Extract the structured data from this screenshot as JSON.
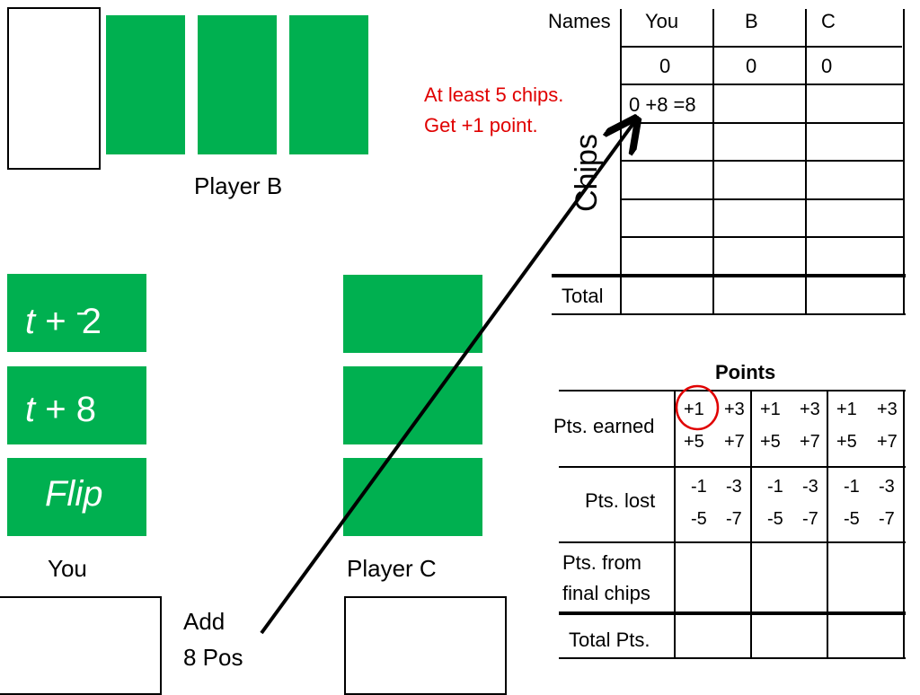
{
  "player_b": {
    "label": "Player B"
  },
  "you": {
    "label": "You",
    "cards": [
      {
        "var": "t",
        "op": "+",
        "sign": "-",
        "num": "2"
      },
      {
        "var": "t",
        "op": "+",
        "sign": "",
        "num": "8"
      },
      {
        "text": "Flip"
      }
    ]
  },
  "player_c": {
    "label": "Player C"
  },
  "instruction": {
    "line1": "Add",
    "line2": "8 Pos"
  },
  "note": {
    "line1": "At least 5 chips.",
    "line2": "Get +1 point."
  },
  "chips_table": {
    "side_label": "Chips",
    "header": [
      "Names",
      "You",
      "B",
      "C"
    ],
    "row1": [
      "0",
      "0",
      "0"
    ],
    "row2_you": "0 +8 =8",
    "total_label": "Total"
  },
  "points_table": {
    "title": "Points",
    "earned_label": "Pts. earned",
    "earned": [
      "+1",
      "+3",
      "+5",
      "+7"
    ],
    "lost_label": "Pts. lost",
    "lost": [
      "-1",
      "-3",
      "-5",
      "-7"
    ],
    "final_label_1": "Pts. from",
    "final_label_2": "final chips",
    "total_label": "Total Pts."
  },
  "colors": {
    "card": "#00b050",
    "note": "#e00000",
    "circle": "#e00000"
  }
}
